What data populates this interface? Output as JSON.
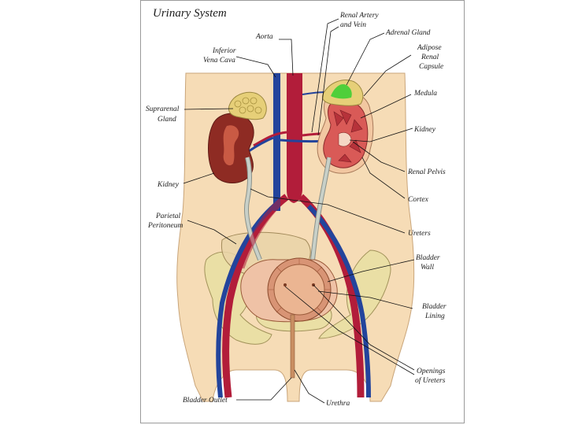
{
  "title": "Urinary System",
  "labels": {
    "aorta": "Aorta",
    "inferior_vena_cava_1": "Inferior",
    "inferior_vena_cava_2": "Vena Cava",
    "renal_artery_1": "Renal Artery",
    "renal_artery_2": "and Vein",
    "adrenal_gland": "Adrenal Gland",
    "adipose_1": "Adipose",
    "adipose_2": "Renal",
    "adipose_3": "Capsule",
    "suprarenal_1": "Suprarenal",
    "suprarenal_2": "Gland",
    "medula": "Medula",
    "kidney_right": "Kidney",
    "kidney_left": "Kidney",
    "renal_pelvis": "Renal Pelvis",
    "cortex": "Cortex",
    "parietal_1": "Parietal",
    "parietal_2": "Peritoneum",
    "ureters": "Ureters",
    "bladder_wall_1": "Bladder",
    "bladder_wall_2": "Wall",
    "bladder_lining_1": "Bladder",
    "bladder_lining_2": "Lining",
    "openings_1": "Openings",
    "openings_2": "of Ureters",
    "bladder_outlet": "Bladder Outlet",
    "urethra": "Urethra"
  },
  "colors": {
    "skin": "#f6dcb6",
    "artery": "#b21d3a",
    "vein": "#23449c",
    "kidney": "#8e2b23",
    "adrenal": "#e6cf78",
    "adrenal_green": "#4fcf3a",
    "ureter": "#c8d0c8",
    "bladder": "#e8a483",
    "bone": "#eadfa5"
  }
}
